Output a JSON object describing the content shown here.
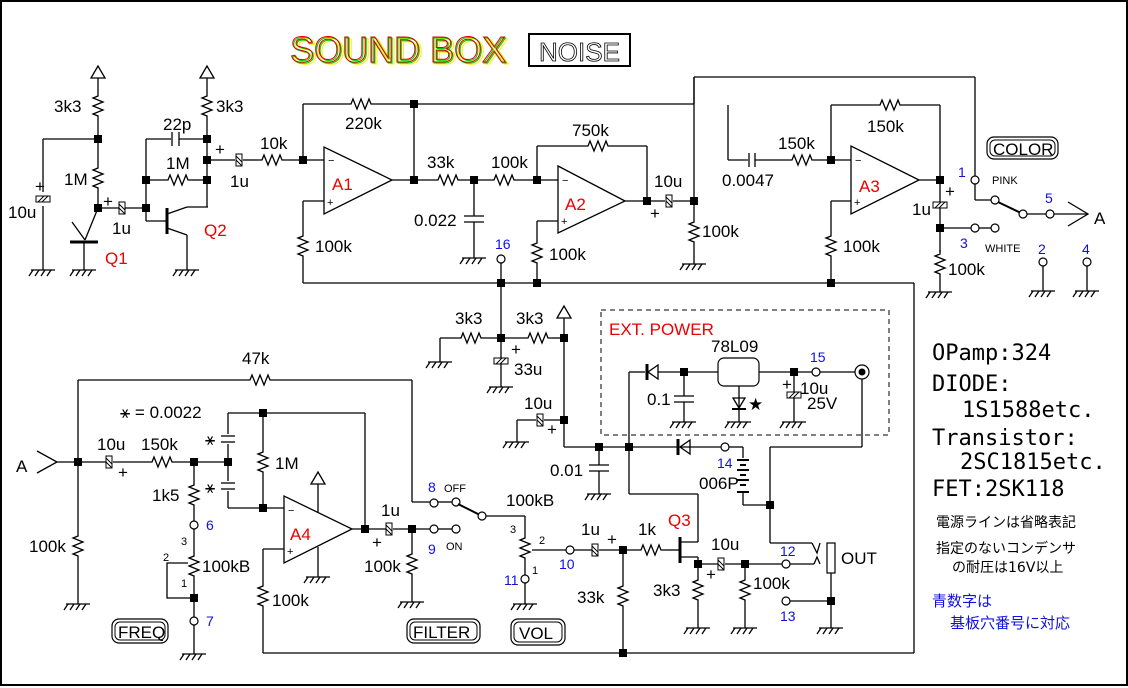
{
  "title": {
    "text": "SOUND BOX",
    "colors": [
      "#ff0000",
      "#00cc00",
      "#ffff00"
    ],
    "badge": "NOISE"
  },
  "opamps": [
    "A1",
    "A2",
    "A3",
    "A4"
  ],
  "transistors": [
    "Q1",
    "Q2",
    "Q3"
  ],
  "components": {
    "r_3k3_a": "3k3",
    "r_3k3_b": "3k3",
    "c_22p": "22p",
    "r_1m_a": "1M",
    "r_1m_b": "1M",
    "c_10u_a": "10u",
    "c_1u_a": "1u",
    "c_1u_b": "1u",
    "r_10k": "10k",
    "r_220k": "220k",
    "r_33k": "33k",
    "r_100k_a": "100k",
    "c_0022": "0.022",
    "r_750k": "750k",
    "r_100k_a1": "100k",
    "r_100k_a2": "100k",
    "c_10u_b": "10u",
    "r_100k_c": "100k",
    "c_0047": "0.0047",
    "r_150k_a": "150k",
    "r_150k_b": "150k",
    "r_100k_a3": "100k",
    "c_1u_c": "1u",
    "r_100k_d": "100k",
    "r_47k": "47k",
    "cap_note": "⚹ = 0.0022",
    "c_10u_c": "10u",
    "r_150k_c": "150k",
    "r_1k5": "1k5",
    "r_1m_c": "1M",
    "pot_freq": "100kB",
    "r_100k_e": "100k",
    "r_100k_f": "100k",
    "c_1u_d": "1u",
    "r_100k_g": "100k",
    "r_3k3_c": "3k3",
    "r_3k3_d": "3k3",
    "c_33u": "33u",
    "c_10u_d": "10u",
    "c_001": "0.01",
    "battery": "006P",
    "pot_vol": "100kB",
    "c_1u_e": "1u",
    "r_1k": "1k",
    "r_33k_b": "33k",
    "r_3k3_e": "3k3",
    "c_10u_e": "10u",
    "r_100k_h": "100k",
    "regulator": "78L09",
    "c_01": "0.1",
    "c_10u_f": "10u",
    "c_25v": "25V"
  },
  "labels": {
    "ext_power": "EXT. POWER",
    "pink": "PINK",
    "white": "WHITE",
    "off": "OFF",
    "on": "ON",
    "out": "OUT",
    "input_a": "A",
    "output_a": "A",
    "star": "★",
    "pot_pin1": "1",
    "pot_pin2": "2",
    "pot_pin3": "3"
  },
  "controls": {
    "color": "COLOR",
    "freq": "FREQ",
    "filter": "FILTER",
    "vol": "VOL"
  },
  "pads": [
    "1",
    "2",
    "3",
    "4",
    "5",
    "6",
    "7",
    "8",
    "9",
    "10",
    "11",
    "12",
    "13",
    "14",
    "15",
    "16"
  ],
  "notes": {
    "opamp": "OPamp:324",
    "diode": "DIODE:",
    "diode_part": "1S1588etc.",
    "transistor": "Transistor:",
    "transistor_part": "2SC1815etc.",
    "fet": "FET:2SK118",
    "jp1": "電源ラインは省略表記",
    "jp2": "指定のないコンデンサ",
    "jp3": "の耐圧は16V以上",
    "jp4": "青数字は",
    "jp5": "基板穴番号に対応"
  }
}
